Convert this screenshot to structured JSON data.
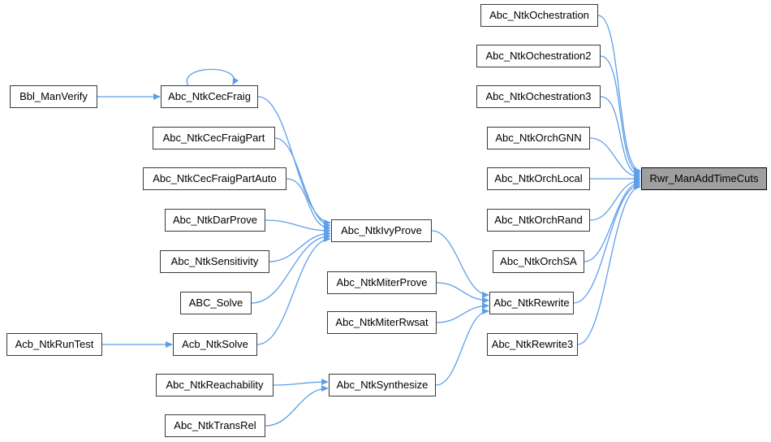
{
  "diagram": {
    "type": "caller-graph",
    "highlight_node": "Rwr_ManAddTimeCuts",
    "colors": {
      "background": "#ffffff",
      "edge": "#5e9fe8",
      "node_fill": "#ffffff",
      "node_border": "#3a3a3a",
      "text": "#000000",
      "highlight_fill": "#9f9f9f",
      "highlight_border": "#000000"
    },
    "nodes": [
      {
        "id": "Bbl_ManVerify",
        "label": "Bbl_ManVerify"
      },
      {
        "id": "Acb_NtkRunTest",
        "label": "Acb_NtkRunTest"
      },
      {
        "id": "Abc_NtkCecFraig",
        "label": "Abc_NtkCecFraig"
      },
      {
        "id": "Abc_NtkCecFraigPart",
        "label": "Abc_NtkCecFraigPart"
      },
      {
        "id": "Abc_NtkCecFraigPartAuto",
        "label": "Abc_NtkCecFraigPartAuto"
      },
      {
        "id": "Abc_NtkDarProve",
        "label": "Abc_NtkDarProve"
      },
      {
        "id": "Abc_NtkSensitivity",
        "label": "Abc_NtkSensitivity"
      },
      {
        "id": "ABC_Solve",
        "label": "ABC_Solve"
      },
      {
        "id": "Acb_NtkSolve",
        "label": "Acb_NtkSolve"
      },
      {
        "id": "Abc_NtkReachability",
        "label": "Abc_NtkReachability"
      },
      {
        "id": "Abc_NtkTransRel",
        "label": "Abc_NtkTransRel"
      },
      {
        "id": "Abc_NtkIvyProve",
        "label": "Abc_NtkIvyProve"
      },
      {
        "id": "Abc_NtkMiterProve",
        "label": "Abc_NtkMiterProve"
      },
      {
        "id": "Abc_NtkMiterRwsat",
        "label": "Abc_NtkMiterRwsat"
      },
      {
        "id": "Abc_NtkSynthesize",
        "label": "Abc_NtkSynthesize"
      },
      {
        "id": "Abc_NtkRewrite",
        "label": "Abc_NtkRewrite"
      },
      {
        "id": "Abc_NtkRewrite3",
        "label": "Abc_NtkRewrite3"
      },
      {
        "id": "Abc_NtkOchestration",
        "label": "Abc_NtkOchestration"
      },
      {
        "id": "Abc_NtkOchestration2",
        "label": "Abc_NtkOchestration2"
      },
      {
        "id": "Abc_NtkOchestration3",
        "label": "Abc_NtkOchestration3"
      },
      {
        "id": "Abc_NtkOrchGNN",
        "label": "Abc_NtkOrchGNN"
      },
      {
        "id": "Abc_NtkOrchLocal",
        "label": "Abc_NtkOrchLocal"
      },
      {
        "id": "Abc_NtkOrchRand",
        "label": "Abc_NtkOrchRand"
      },
      {
        "id": "Abc_NtkOrchSA",
        "label": "Abc_NtkOrchSA"
      },
      {
        "id": "Rwr_ManAddTimeCuts",
        "label": "Rwr_ManAddTimeCuts"
      }
    ],
    "edges": [
      {
        "from": "Bbl_ManVerify",
        "to": "Abc_NtkCecFraig"
      },
      {
        "from": "Abc_NtkCecFraig",
        "to": "Abc_NtkCecFraig"
      },
      {
        "from": "Abc_NtkCecFraig",
        "to": "Abc_NtkIvyProve"
      },
      {
        "from": "Abc_NtkCecFraigPart",
        "to": "Abc_NtkIvyProve"
      },
      {
        "from": "Abc_NtkCecFraigPartAuto",
        "to": "Abc_NtkIvyProve"
      },
      {
        "from": "Abc_NtkDarProve",
        "to": "Abc_NtkIvyProve"
      },
      {
        "from": "Abc_NtkSensitivity",
        "to": "Abc_NtkIvyProve"
      },
      {
        "from": "ABC_Solve",
        "to": "Abc_NtkIvyProve"
      },
      {
        "from": "Acb_NtkSolve",
        "to": "Abc_NtkIvyProve"
      },
      {
        "from": "Acb_NtkRunTest",
        "to": "Acb_NtkSolve"
      },
      {
        "from": "Abc_NtkIvyProve",
        "to": "Abc_NtkRewrite"
      },
      {
        "from": "Abc_NtkMiterProve",
        "to": "Abc_NtkRewrite"
      },
      {
        "from": "Abc_NtkMiterRwsat",
        "to": "Abc_NtkRewrite"
      },
      {
        "from": "Abc_NtkSynthesize",
        "to": "Abc_NtkRewrite"
      },
      {
        "from": "Abc_NtkReachability",
        "to": "Abc_NtkSynthesize"
      },
      {
        "from": "Abc_NtkTransRel",
        "to": "Abc_NtkSynthesize"
      },
      {
        "from": "Abc_NtkOchestration",
        "to": "Rwr_ManAddTimeCuts"
      },
      {
        "from": "Abc_NtkOchestration2",
        "to": "Rwr_ManAddTimeCuts"
      },
      {
        "from": "Abc_NtkOchestration3",
        "to": "Rwr_ManAddTimeCuts"
      },
      {
        "from": "Abc_NtkOrchGNN",
        "to": "Rwr_ManAddTimeCuts"
      },
      {
        "from": "Abc_NtkOrchLocal",
        "to": "Rwr_ManAddTimeCuts"
      },
      {
        "from": "Abc_NtkOrchRand",
        "to": "Rwr_ManAddTimeCuts"
      },
      {
        "from": "Abc_NtkOrchSA",
        "to": "Rwr_ManAddTimeCuts"
      },
      {
        "from": "Abc_NtkRewrite",
        "to": "Rwr_ManAddTimeCuts"
      },
      {
        "from": "Abc_NtkRewrite3",
        "to": "Rwr_ManAddTimeCuts"
      }
    ]
  }
}
